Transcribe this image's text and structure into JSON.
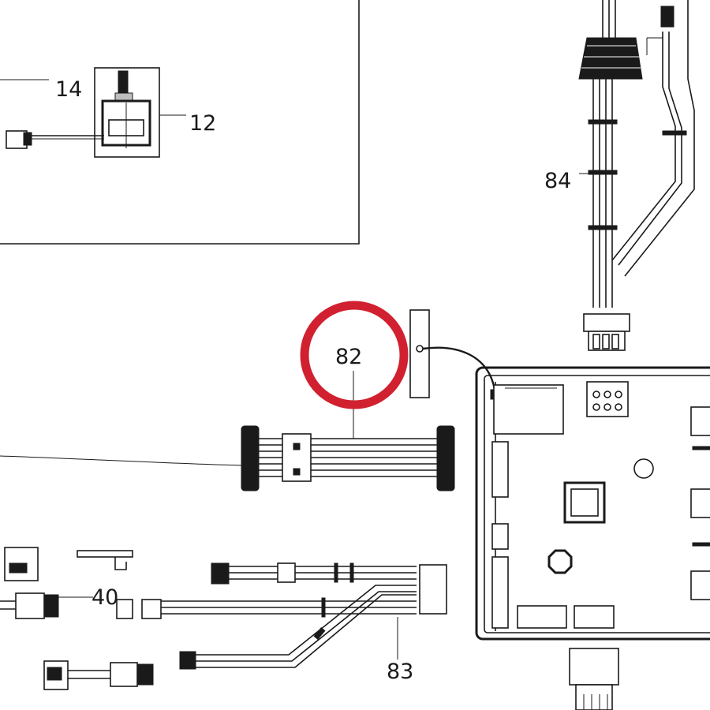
{
  "callouts": {
    "c14": "14",
    "c12": "12",
    "c84": "84",
    "c82": "82",
    "c40": "40",
    "c83": "83"
  },
  "highlight": {
    "target": "82",
    "color": "#d1202f"
  }
}
